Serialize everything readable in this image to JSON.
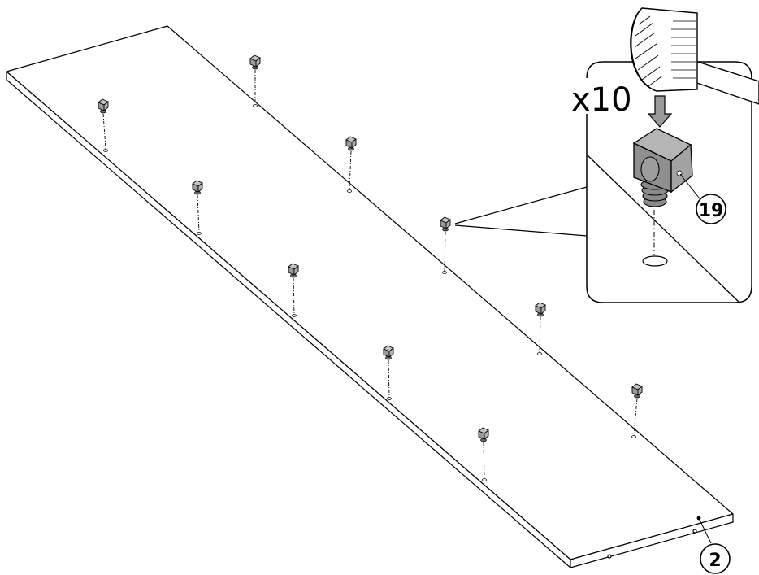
{
  "diagram": {
    "quantity_label": "x10",
    "part_labels": {
      "connector": "19",
      "panel": "2"
    },
    "colors": {
      "line": "#000000",
      "connector_fill": "#9a9a9a",
      "connector_dark": "#6b6b6b",
      "background": "#ffffff"
    },
    "connector_count": 10
  }
}
